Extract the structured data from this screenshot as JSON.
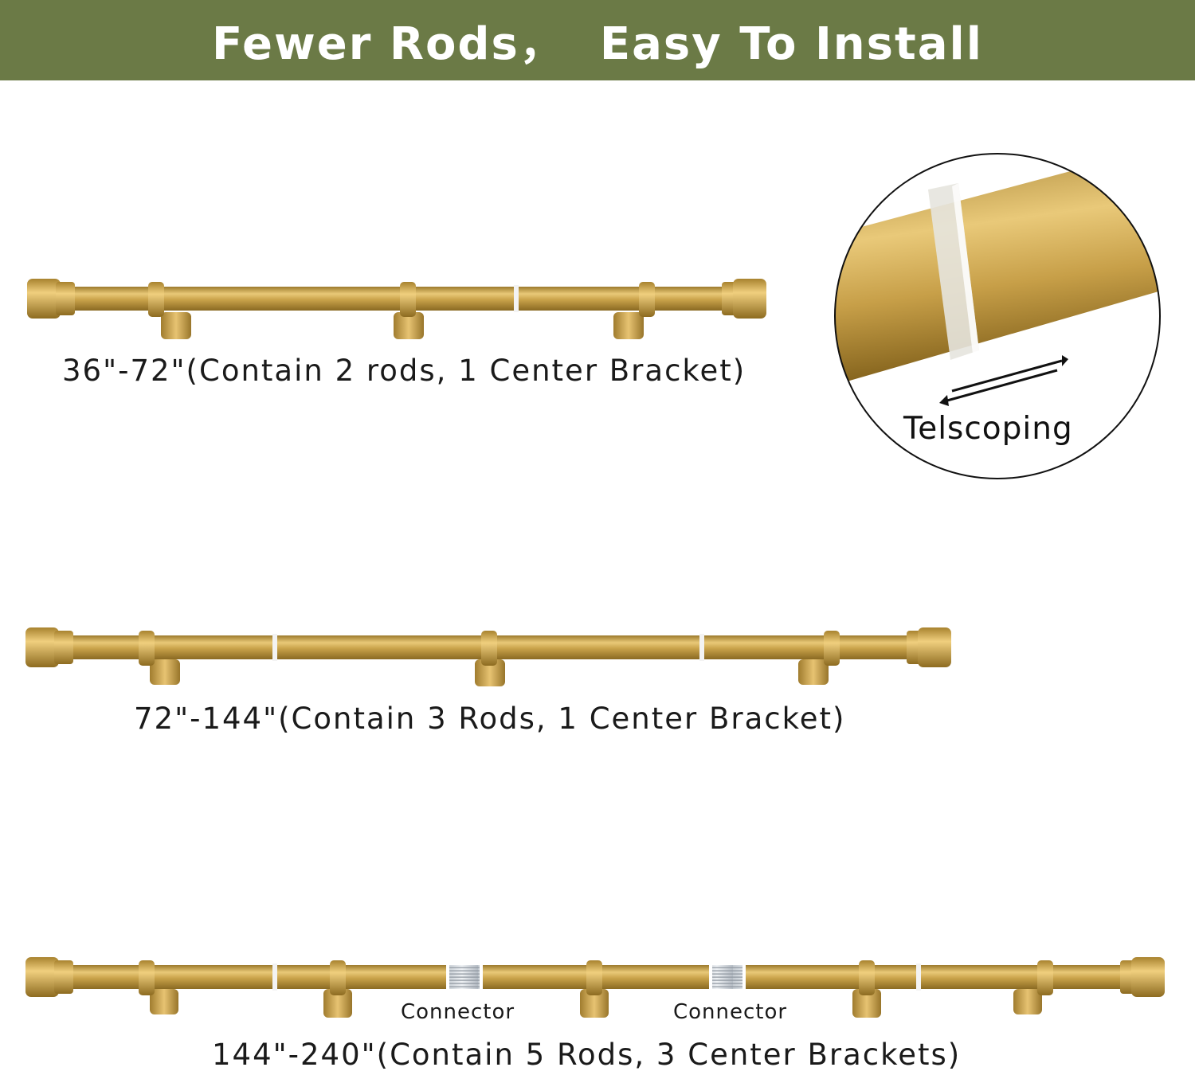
{
  "banner": {
    "title": "Fewer Rods，  Easy To Install"
  },
  "colors": {
    "banner": "#6b7a46",
    "gold": "#c9a24a",
    "gold_light": "#e9c978",
    "gold_dark": "#9c7a2c"
  },
  "rods": [
    {
      "caption": "36\"-72\"(Contain 2 rods, 1 Center Bracket)"
    },
    {
      "caption": "72\"-144\"(Contain 3 Rods, 1 Center Bracket)"
    },
    {
      "caption": "144\"-240\"(Contain 5 Rods, 3 Center Brackets)",
      "connectors": [
        "Connector",
        "Connector"
      ]
    }
  ],
  "telescope": {
    "label": "Telscoping",
    "icon": "double-arrow-icon"
  }
}
